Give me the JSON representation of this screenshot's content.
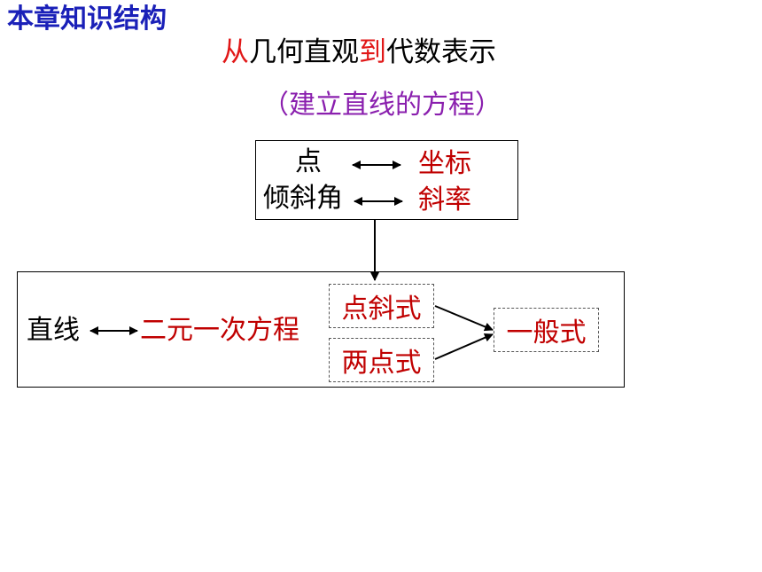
{
  "header": {
    "chapter_title": "本章知识结构",
    "main_title_part1": "从",
    "main_title_part2": "几何直观",
    "main_title_part3": "到",
    "main_title_part4": "代数表示",
    "subtitle": "（建立直线的方程）"
  },
  "geometry_box": {
    "point": "点",
    "coordinate": "坐标",
    "inclination_angle": "倾斜角",
    "slope": "斜率"
  },
  "equation_box": {
    "line": "直线",
    "linear_equation": "二元一次方程",
    "point_slope_form": "点斜式",
    "two_point_form": "两点式",
    "general_form": "一般式"
  }
}
